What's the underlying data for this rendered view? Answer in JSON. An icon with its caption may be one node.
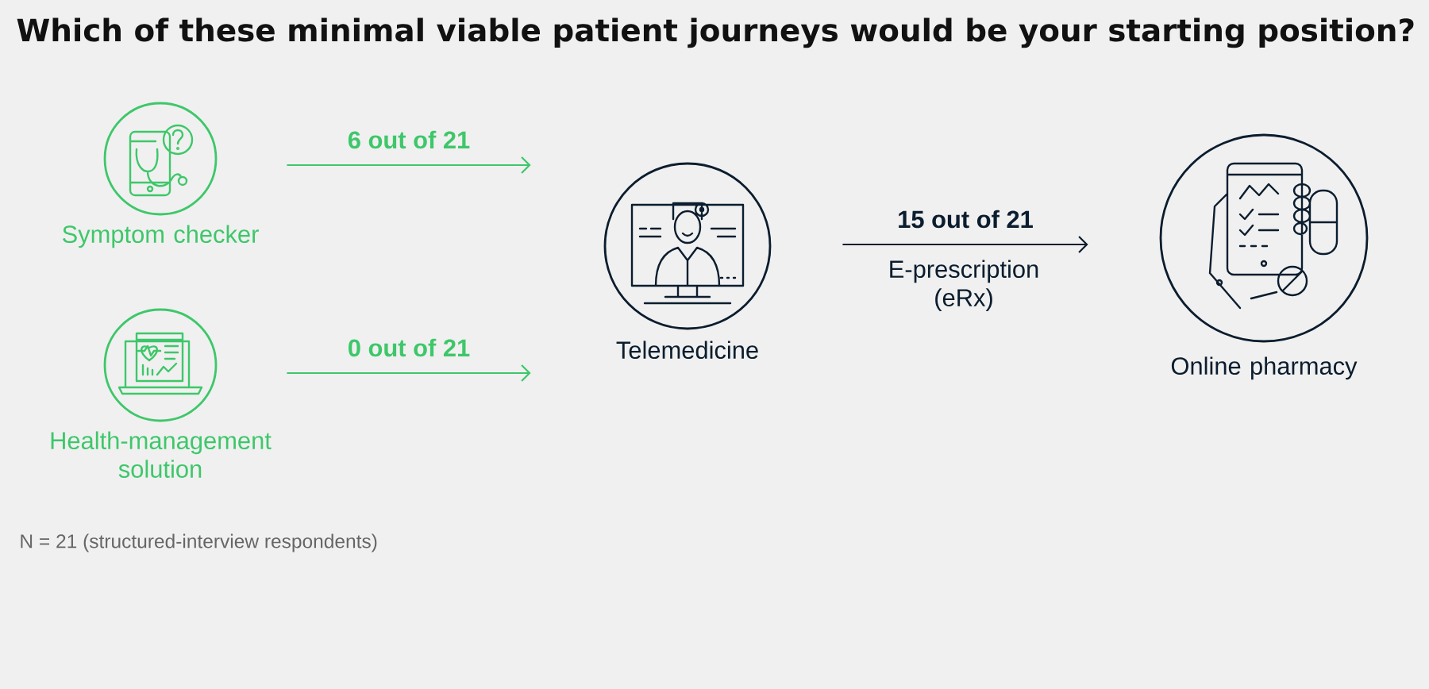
{
  "diagram": {
    "title": "Which of these minimal viable patient journeys would be your starting position?",
    "nodes": [
      {
        "text": [
          "Symptom checker"
        ]
      },
      {
        "text": [
          "Health-management solution"
        ]
      },
      {
        "text": [
          "Telemedicine"
        ]
      },
      {
        "text": [
          "Online pharmacy"
        ]
      }
    ],
    "edges": [
      {
        "from": 0,
        "to": 2,
        "arrow": "to",
        "label": "6 out of 21"
      },
      {
        "from": 1,
        "to": 2,
        "arrow": "to",
        "label": "0 out of 21"
      },
      {
        "from": 2,
        "to": 3,
        "arrow": "to",
        "label": "15 out of 21",
        "color": "#0b1d2e"
      }
    ],
    "labels": [
      "E-prescription (eRx)",
      "N = 21 (structured-interview respondents)"
    ]
  }
}
